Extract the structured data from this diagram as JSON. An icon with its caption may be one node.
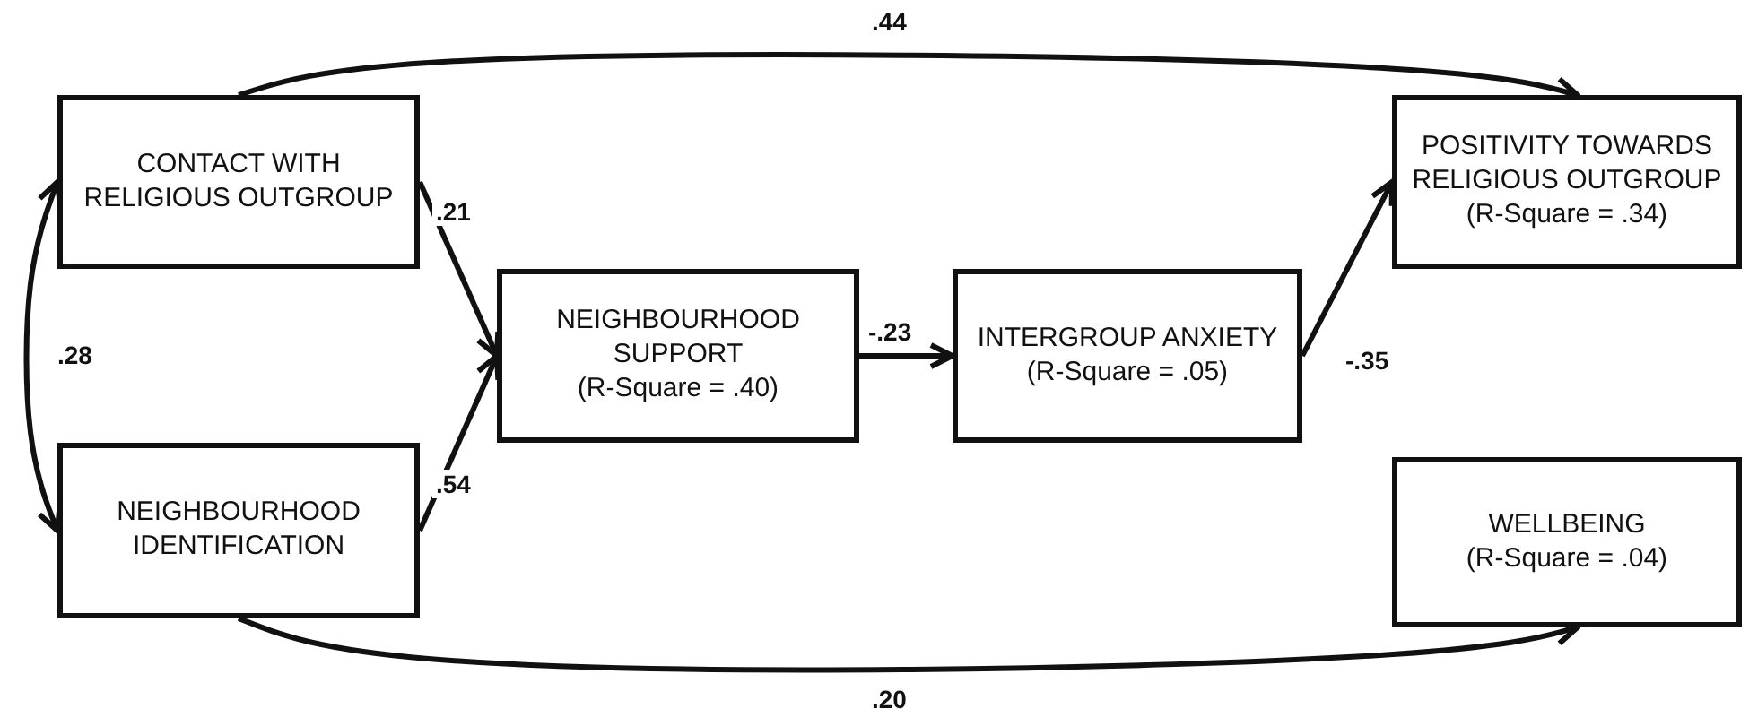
{
  "diagram": {
    "nodes": [
      {
        "text": [
          "CONTACT WITH RELIGIOUS OUTGROUP"
        ]
      },
      {
        "text": [
          "NEIGHBOURHOOD IDENTIFICATION"
        ]
      },
      {
        "text": [
          "NEIGHBOURHOOD SUPPORT",
          "(R-Square = .40)"
        ]
      },
      {
        "text": [
          "INTERGROUP ANXIETY",
          "(R-Square = .05)"
        ]
      },
      {
        "text": [
          "POSITIVITY TOWARDS RELIGIOUS OUTGROUP",
          "(R-Square = .34)"
        ]
      },
      {
        "text": [
          "WELLBEING",
          "(R-Square = .04)"
        ]
      }
    ],
    "edges": [
      {
        "from": 0,
        "to": 4,
        "arrow": "to",
        "label": ".44"
      },
      {
        "from": 0,
        "to": 2,
        "arrow": "to",
        "label": ".21"
      },
      {
        "from": 1,
        "to": 2,
        "arrow": "to",
        "label": ".54"
      },
      {
        "from": 2,
        "to": 3,
        "arrow": "to",
        "label": "-.23"
      },
      {
        "from": 3,
        "to": 4,
        "arrow": "to",
        "label": "-.35"
      },
      {
        "from": 0,
        "to": 1,
        "arrow": "both",
        "label": ".28"
      },
      {
        "from": 1,
        "to": 5,
        "arrow": "to",
        "label": ".20"
      }
    ]
  }
}
